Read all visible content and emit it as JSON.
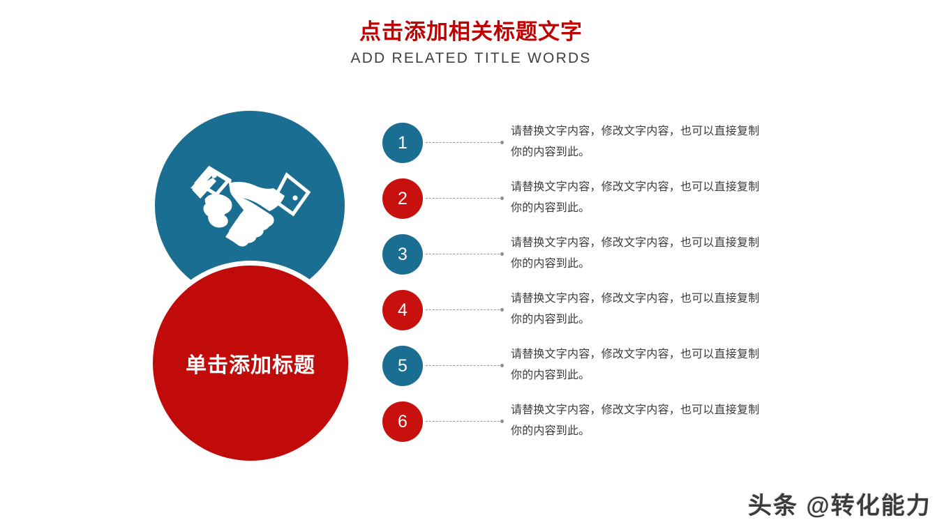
{
  "header": {
    "title_cn": "点击添加相关标题文字",
    "title_en": "ADD RELATED TITLE WORDS"
  },
  "left_graphic": {
    "icon_name": "handshake-icon",
    "icon_circle_color": "#1A6E92",
    "title_circle_color": "#C10B0B",
    "title_label": "单击添加标题"
  },
  "list": {
    "items": [
      {
        "number": "1",
        "color": "#1A6E92",
        "style": "blue",
        "text": "请替换文字内容，修改文字内容，也可以直接复制你的内容到此。"
      },
      {
        "number": "2",
        "color": "#C8100E",
        "style": "red",
        "text": "请替换文字内容，修改文字内容，也可以直接复制你的内容到此。"
      },
      {
        "number": "3",
        "color": "#1A6E92",
        "style": "blue",
        "text": "请替换文字内容，修改文字内容，也可以直接复制你的内容到此。"
      },
      {
        "number": "4",
        "color": "#C8100E",
        "style": "red",
        "text": "请替换文字内容，修改文字内容，也可以直接复制你的内容到此。"
      },
      {
        "number": "5",
        "color": "#1A6E92",
        "style": "blue",
        "text": "请替换文字内容，修改文字内容，也可以直接复制你的内容到此。"
      },
      {
        "number": "6",
        "color": "#C8100E",
        "style": "red",
        "text": "请替换文字内容，修改文字内容，也可以直接复制你的内容到此。"
      }
    ]
  },
  "watermark": {
    "text": "头条 @转化能力"
  },
  "colors": {
    "title_red": "#C00000",
    "brand_blue": "#1A6E92",
    "brand_red": "#C8100E",
    "body_text": "#3a3a3a",
    "connector_gray": "#9a9a9a",
    "background": "#FFFFFF"
  }
}
